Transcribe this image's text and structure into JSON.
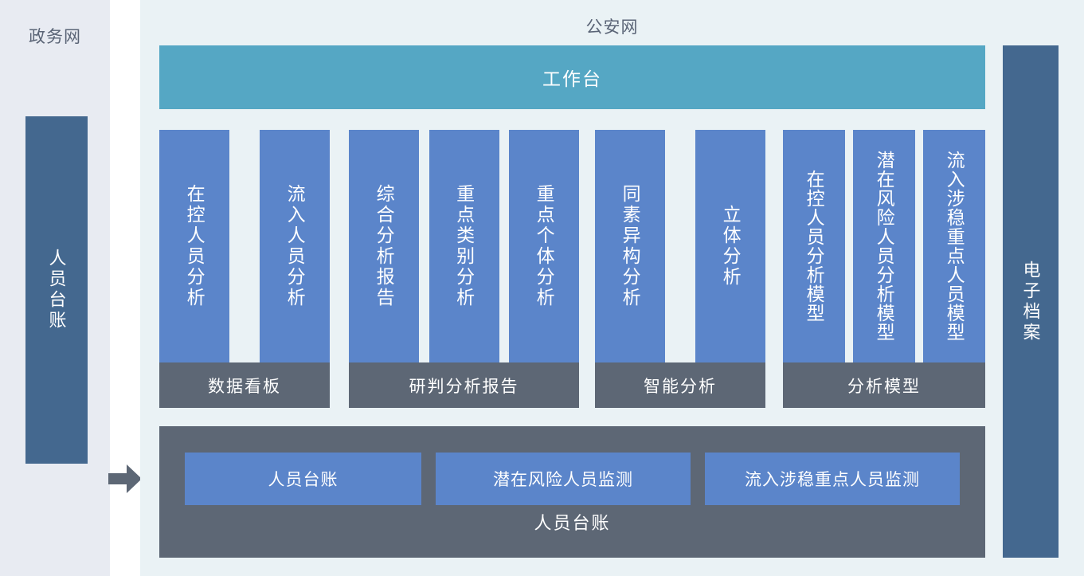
{
  "left_network": {
    "title": "政务网",
    "card_label": "人员台账"
  },
  "arrow": {
    "icon": "arrow-right-icon"
  },
  "board": {
    "title": "公安网",
    "workbench_label": "工作台",
    "groups": [
      {
        "label": "数据看板",
        "cards": [
          "在控人员分析",
          "流入人员分析"
        ]
      },
      {
        "label": "研判分析报告",
        "cards": [
          "综合分析报告",
          "重点类别分析",
          "重点个体分析"
        ]
      },
      {
        "label": "智能分析",
        "cards": [
          "同素异构分析",
          "立体分析"
        ]
      },
      {
        "label": "分析模型",
        "cards": [
          "在控人员分析模型",
          "潜在风险人员分析模型",
          "流入涉稳重点人员模型"
        ]
      }
    ],
    "ledger": {
      "label": "人员台账",
      "tiles": [
        "人员台账",
        "潜在风险人员监测",
        "流入涉稳重点人员监测"
      ]
    }
  },
  "right_archive": {
    "card_label": "电子档案"
  },
  "colors": {
    "page_background": "#ffffff",
    "left_panel_bg": "#e8ebf2",
    "board_bg": "#eaf2f5",
    "dark_blue": "#44688f",
    "teal": "#55a7c4",
    "card_blue": "#5b85ca",
    "slate_gray": "#5d6775",
    "title_text": "#5a6476",
    "light_text": "#ffffff"
  }
}
